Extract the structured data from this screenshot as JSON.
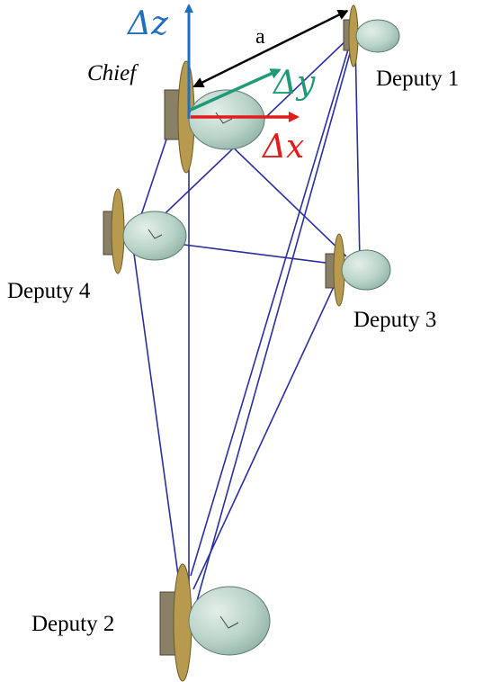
{
  "labels": {
    "chief": "Chief",
    "deputy1": "Deputy 1",
    "deputy2": "Deputy 2",
    "deputy3": "Deputy 3",
    "deputy4": "Deputy 4",
    "separation": "a"
  },
  "axes": {
    "dz": "Δz",
    "dy": "Δy",
    "dx": "Δx"
  },
  "colors": {
    "link": "#2a2f9e",
    "dz_axis": "#1f6fc0",
    "dy_axis": "#1f9a78",
    "dx_axis": "#e21b1b",
    "separation_arrow": "#000000",
    "sat_body": "#bcd6cc",
    "sat_panel": "#b89a4e",
    "sat_bus": "#8a8066"
  }
}
